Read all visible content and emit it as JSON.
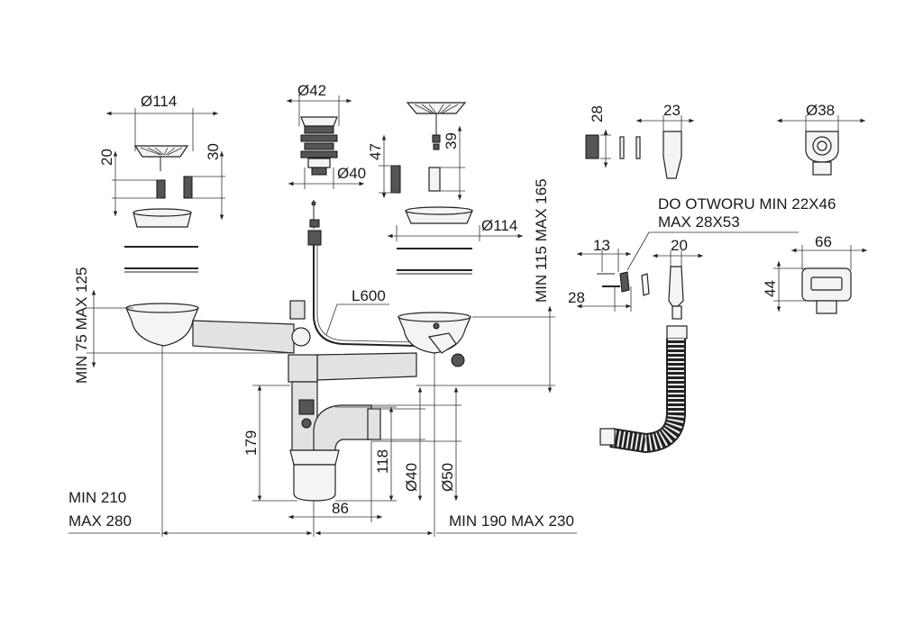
{
  "labels": {
    "d114_left": "Ø114",
    "d42": "Ø42",
    "d40_top": "Ø40",
    "d114_right": "Ø114",
    "d38": "Ø38",
    "h20": "20",
    "h30": "30",
    "h47": "47",
    "h39": "39",
    "h28_top": "28",
    "w23": "23",
    "w13": "13",
    "w20": "20",
    "h28_mid": "28",
    "w66": "66",
    "h44": "44",
    "overflow_line1": "DO OTWORU MIN 22X46",
    "overflow_line2": "MAX 28X53",
    "min75max125": "MIN 75 MAX 125",
    "min115max165": "MIN 115 MAX 165",
    "l600": "L600",
    "h179": "179",
    "h118": "118",
    "d40_bottom": "Ø40",
    "d50": "Ø50",
    "w86": "86",
    "min210": "MIN 210",
    "max280": "MAX 280",
    "min190max230": "MIN 190 MAX 230"
  }
}
